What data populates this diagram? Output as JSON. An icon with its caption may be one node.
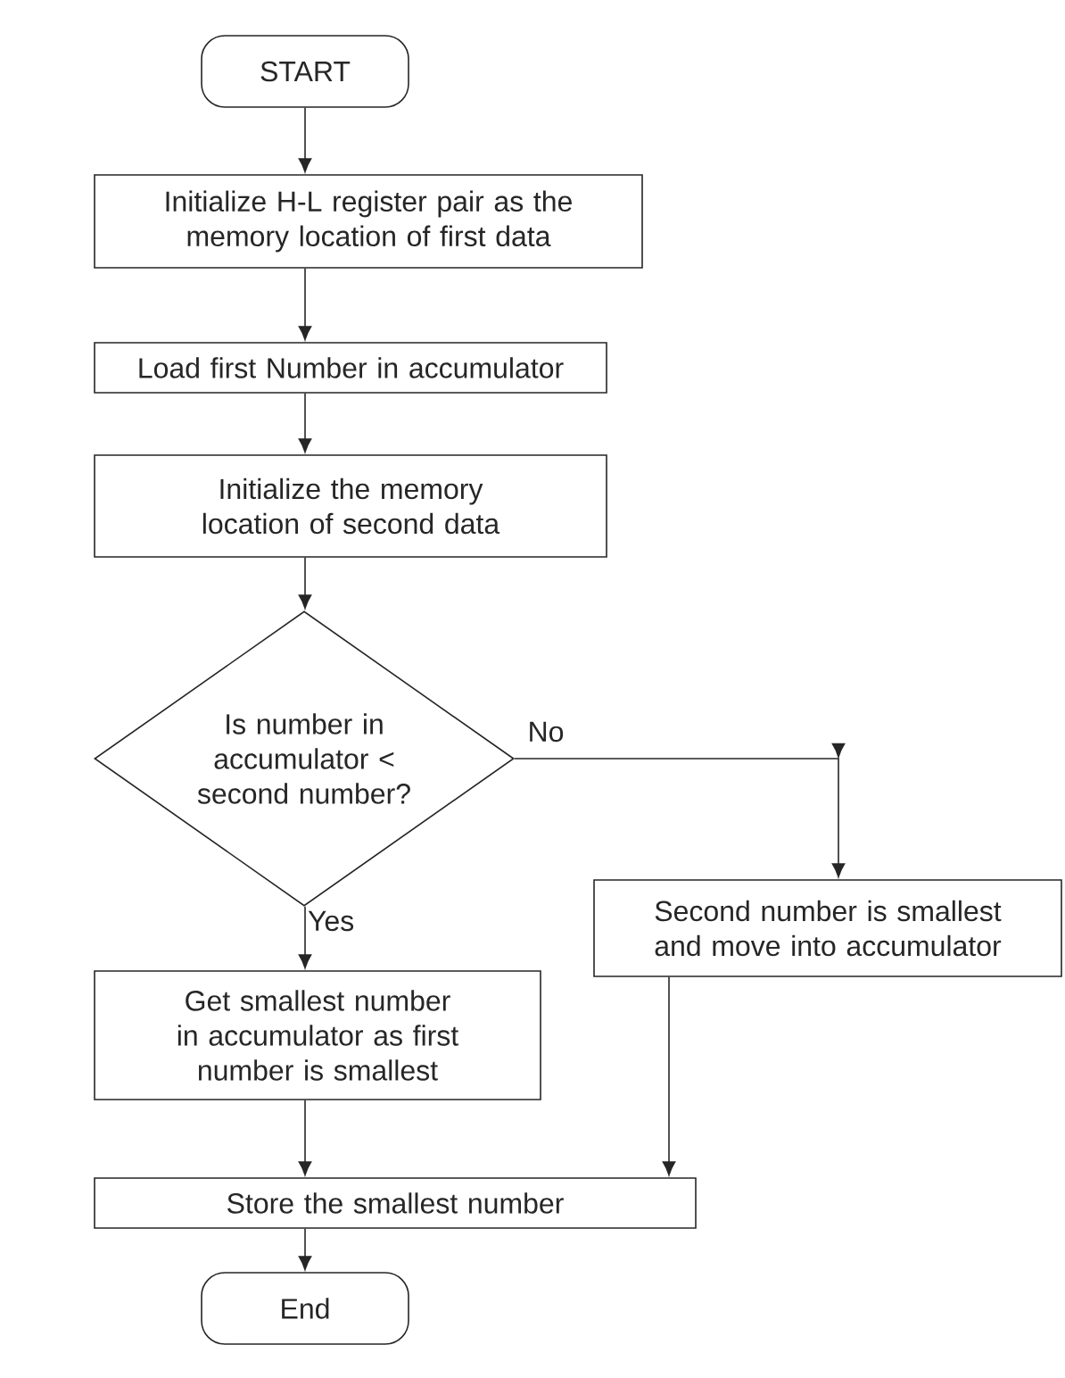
{
  "diagram": {
    "nodes": [
      {
        "text": [
          "START"
        ]
      },
      {
        "text": [
          "Initialize H-L register pair as the memory location of first data"
        ]
      },
      {
        "text": [
          "Load first Number in accumulator"
        ]
      },
      {
        "text": [
          "Initialize the memory location of second data"
        ]
      },
      {
        "text": [
          "Is number in accumulator < second number?"
        ]
      },
      {
        "text": [
          "Get smallest number in accumulator as first number is smallest"
        ]
      },
      {
        "text": [
          "Second number is smallest and move into accumulator"
        ]
      },
      {
        "text": [
          "Store the smallest number"
        ]
      },
      {
        "text": [
          "End"
        ]
      }
    ],
    "edges": [
      {
        "from": 0,
        "to": 1,
        "arrow": "to"
      },
      {
        "from": 1,
        "to": 2,
        "arrow": "to"
      },
      {
        "from": 2,
        "to": 3,
        "arrow": "to"
      },
      {
        "from": 3,
        "to": 4,
        "arrow": "to"
      },
      {
        "from": 4,
        "to": 5,
        "arrow": "to",
        "label": "Yes"
      },
      {
        "from": 4,
        "to": 6,
        "arrow": "to",
        "label": "No"
      },
      {
        "from": 5,
        "to": 7,
        "arrow": "to"
      },
      {
        "from": 6,
        "to": 7,
        "arrow": "to"
      },
      {
        "from": 7,
        "to": 8,
        "arrow": "to"
      }
    ]
  }
}
